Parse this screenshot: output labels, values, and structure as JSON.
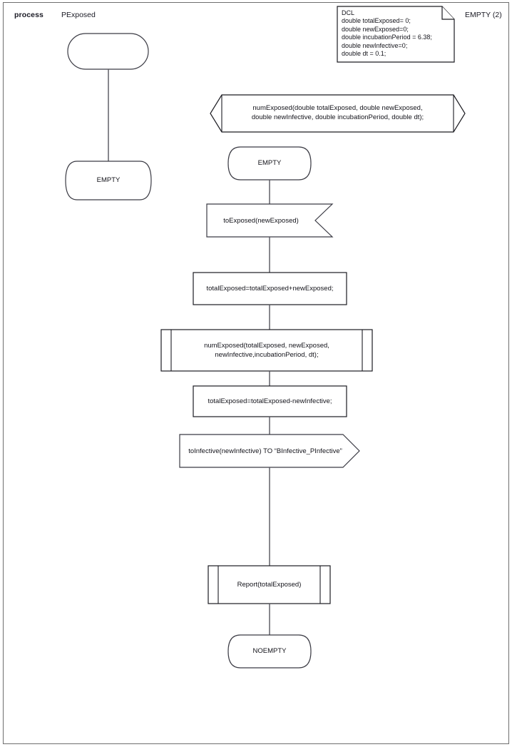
{
  "page": {
    "header": {
      "kind_label": "process",
      "name_label": "PExposed",
      "state_count_label": "EMPTY (2)"
    },
    "frame": {
      "border_color": "#6e6e6e"
    }
  },
  "declaration_block": {
    "name": "dcl-text-block",
    "lines": [
      "DCL",
      "double totalExposed= 0;",
      "double newExposed=0;",
      "double incubationPeriod = 6.38;",
      "double newInfective=0;",
      "double dt = 0.1;"
    ],
    "text": "DCL\ndouble totalExposed= 0;\ndouble newExposed=0;\ndouble incubationPeriod = 6.38;\ndouble newInfective=0;\ndouble dt = 0.1;"
  },
  "left_branch": {
    "start_symbol": {
      "label": ""
    },
    "state": {
      "label": "EMPTY"
    }
  },
  "main_branch": {
    "procedure_declaration": {
      "text": "numExposed(double totalExposed, double newExposed,\ndouble newInfective, double incubationPeriod, double dt);",
      "line1": "numExposed(double totalExposed, double newExposed,",
      "line2": "double newInfective, double incubationPeriod, double dt);"
    },
    "state_empty": {
      "label": "EMPTY"
    },
    "input_signal": {
      "label": "toExposed(newExposed)"
    },
    "task_1": {
      "label": "totalExposed=totalExposed+newExposed;"
    },
    "procedure_call_1": {
      "text": "numExposed(totalExposed, newExposed,\nnewInfective,incubationPeriod, dt);",
      "line1": "numExposed(totalExposed, newExposed,",
      "line2": "newInfective,incubationPeriod, dt);"
    },
    "task_2": {
      "label": "totalExposed=totalExposed-newInfective;"
    },
    "output_signal": {
      "label": "toInfective(newInfective) TO “BInfective_PInfective”"
    },
    "procedure_call_2": {
      "label": "Report(totalExposed)"
    },
    "state_noempty": {
      "label": "NOEMPTY"
    }
  },
  "colors": {
    "shape_stroke": "#3b3b44",
    "shape_stroke_dark": "#1c1c22",
    "flowline": "#55555d",
    "text": "#13131a",
    "background": "#ffffff"
  }
}
